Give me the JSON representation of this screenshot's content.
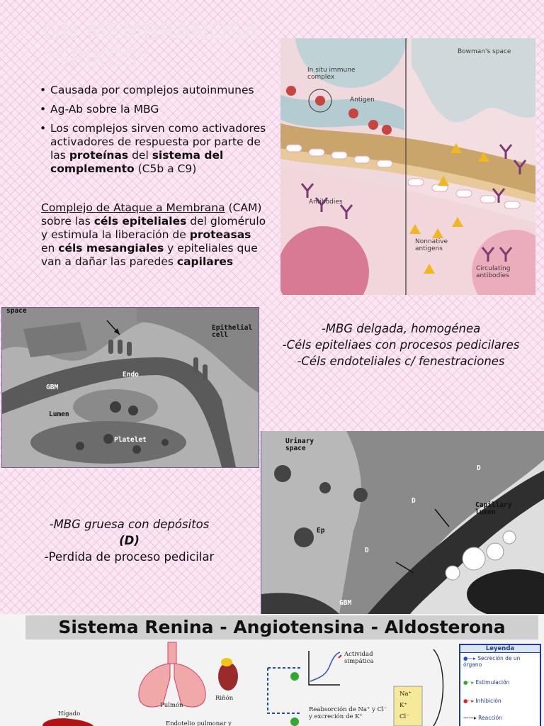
{
  "title": {
    "line1": "GN MEMBRANOSA",
    "line2": "“SPIKES”"
  },
  "bullets": [
    {
      "text": "Causada por complejos autoinmunes"
    },
    {
      "text": "Ag-Ab  sobre la MBG"
    },
    {
      "pre": "Los complejos sirven como activadores activadores de respuesta por parte de las ",
      "b1": "proteínas",
      "mid": " del ",
      "b2": "sistema del complemento",
      "post": " (C5b a C9)"
    }
  ],
  "cam": {
    "underlined": " Complejo de Ataque a Membrana",
    "t1": " (CAM) sobre las ",
    "b1": "céls epiteliales",
    "t2": " del glomérulo y estimula la liberación de ",
    "b2": "proteasas",
    "t3": " en ",
    "b3": "céls mesangiales",
    "t4": " y epiteliales que van a dañar las paredes ",
    "b4": "capilares"
  },
  "figure1": {
    "bowmans_space": "Bowman's space",
    "in_situ": "In situ immune complex",
    "antigen": "Antigen",
    "antibodies": "Antibodies",
    "nonnative": "Nonnative antigens",
    "circulating": "Circulating antibodies"
  },
  "figure2": {
    "space": "space",
    "epithelial": "Epithelial cell",
    "endo": "Endo",
    "gbm": "GBM",
    "lumen": "Lumen",
    "platelet": "Platelet"
  },
  "desc1": {
    "l1": "-MBG delgada, homogénea",
    "l2": "-Céls epiteliaes con procesos pedicilares",
    "l3": "-Céls endoteliales c/ fenestraciones"
  },
  "desc2": {
    "l1": "-MBG gruesa con depósitos",
    "l2": "(D)",
    "l3": "-Perdida de proceso pedicilar"
  },
  "figure3": {
    "urinary": "Urinary space",
    "capillary": "Capillary lumen",
    "ep": "Ep",
    "d": "D",
    "gbm": "GBM"
  },
  "ras": {
    "title": "Sistema Renina - Angiotensina - Aldosterona",
    "higado": "Hígado",
    "pulmon": "Pulmón",
    "rinon": "Riñón",
    "endotelio": "Endotelio pulmonar y",
    "actividad": "Actividad simpática",
    "reabsorcion": "Reabsorción de Na⁺ y Cl⁻ y excreción de K⁺",
    "na": "Na⁺",
    "k": "K⁺",
    "cl": "Cl⁻",
    "legend": {
      "title": "Leyenda",
      "r1": "Secreción de un órgano",
      "r2": "Estimulación",
      "r3": "Inhibición",
      "r4": "Reacción"
    }
  }
}
